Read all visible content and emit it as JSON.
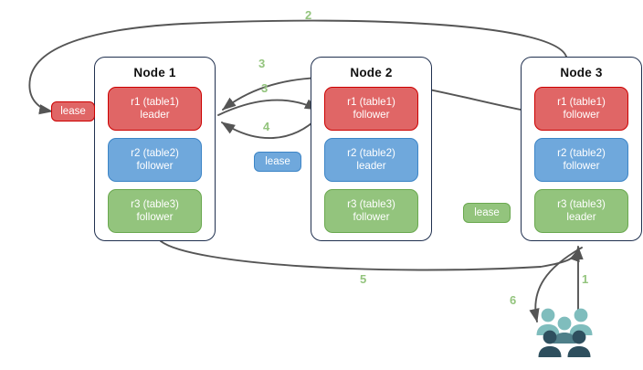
{
  "diagram": {
    "title": "distributed-sql-lease-and-request-routing",
    "accent_green": "#93c47d",
    "line_color": "#555555",
    "node_border": "#20304f"
  },
  "nodes": [
    {
      "id": "node1",
      "title": "Node 1",
      "replicas": [
        {
          "id": "r1",
          "line1": "r1 (table1)",
          "line2": "leader",
          "color": "#e06666",
          "border": "#cc0000"
        },
        {
          "id": "r2",
          "line1": "r2 (table2)",
          "line2": "follower",
          "color": "#6fa8dc",
          "border": "#3d85c6"
        },
        {
          "id": "r3",
          "line1": "r3 (table3)",
          "line2": "follower",
          "color": "#93c47d",
          "border": "#6aa84f"
        }
      ]
    },
    {
      "id": "node2",
      "title": "Node 2",
      "replicas": [
        {
          "id": "r1",
          "line1": "r1 (table1)",
          "line2": "follower",
          "color": "#e06666",
          "border": "#cc0000"
        },
        {
          "id": "r2",
          "line1": "r2 (table2)",
          "line2": "leader",
          "color": "#6fa8dc",
          "border": "#3d85c6"
        },
        {
          "id": "r3",
          "line1": "r3 (table3)",
          "line2": "follower",
          "color": "#93c47d",
          "border": "#6aa84f"
        }
      ]
    },
    {
      "id": "node3",
      "title": "Node 3",
      "replicas": [
        {
          "id": "r1",
          "line1": "r1 (table1)",
          "line2": "follower",
          "color": "#e06666",
          "border": "#cc0000"
        },
        {
          "id": "r2",
          "line1": "r2 (table2)",
          "line2": "follower",
          "color": "#6fa8dc",
          "border": "#3d85c6"
        },
        {
          "id": "r3",
          "line1": "r3 (table3)",
          "line2": "leader",
          "color": "#93c47d",
          "border": "#6aa84f"
        }
      ]
    }
  ],
  "leases": [
    {
      "id": "lease-table1",
      "label": "lease",
      "color": "#e06666",
      "variant": "red"
    },
    {
      "id": "lease-table2",
      "label": "lease",
      "color": "#6fa8dc",
      "variant": "blue"
    },
    {
      "id": "lease-table3",
      "label": "lease",
      "color": "#93c47d",
      "variant": "green"
    }
  ],
  "steps": [
    {
      "id": "step-1",
      "label": "1"
    },
    {
      "id": "step-2",
      "label": "2"
    },
    {
      "id": "step-3a",
      "label": "3"
    },
    {
      "id": "step-3b",
      "label": "3"
    },
    {
      "id": "step-4",
      "label": "4"
    },
    {
      "id": "step-5",
      "label": "5"
    },
    {
      "id": "step-6",
      "label": "6"
    }
  ],
  "client": {
    "id": "client-users",
    "icon": "people-group-icon",
    "top_color": "#7fbdbd",
    "bottom_color": "#2e4f5e"
  }
}
